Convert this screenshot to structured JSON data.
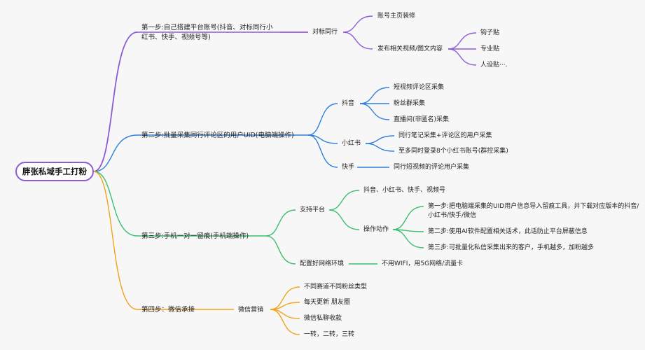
{
  "colors": {
    "purple": "#8e5bd6",
    "blue": "#2f7fd9",
    "green": "#3bbf6f",
    "orange": "#f0a21b",
    "root_border": "#8e5bd6"
  },
  "root": {
    "label": "胖张私域手工打粉"
  },
  "nodes": {
    "s1": "第一步:自己搭建平台账号(抖音、对标同行小红书、快手、视频号等)",
    "s1_a": "对标同行",
    "s1_a1": "账号主页装修",
    "s1_a2": "发布相关视频/图文内容",
    "s1_a2_1": "钩子贴",
    "s1_a2_2": "专业贴",
    "s1_a2_3": "人设贴···.",
    "s2": "第二步:批量采集同行评论区的用户UID(电脑端操作)",
    "s2_a": "抖音",
    "s2_a1": "短视频评论区采集",
    "s2_a2": "粉丝群采集",
    "s2_a3": "直播间(非匿名)采集",
    "s2_b": "小红书",
    "s2_b1": "同行笔记采集+评论区的用户采集",
    "s2_b2": "至多同时登录8个小红书账号(群控采集)",
    "s2_c": "快手",
    "s2_c1": "同行短视频的评论用户采集",
    "s3": "第三步:手机一对一留痕(手机端操作)",
    "s3_a": "支持平台",
    "s3_a1": "抖音、小红书、快手、视频号",
    "s3_a2": "操作动作",
    "s3_a2_1": "第一步:把电脑端采集的UID用户信息导入留痕工具，并下载对应版本的抖音/小红书/快手/微信",
    "s3_a2_2": "第二步:使用AI软件配置相关话术，此话防止平台屏蔽信息",
    "s3_a2_3": "第三步:可批量化私信采集出来的客户，手机越多，加粉越多",
    "s3_b": "配置好网络环境",
    "s3_b1": "不用WIFI，用5G网络/流量卡",
    "s4": "第四步：微信承接",
    "s4_a": "微信营销",
    "s4_a1": "不同赛道不同粉丝类型",
    "s4_a2": "每天更新 朋友圈",
    "s4_a3": "微信私聊收款",
    "s4_a4": "一转，二转，三转"
  }
}
